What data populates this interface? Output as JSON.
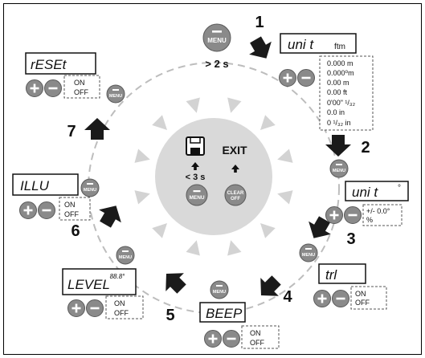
{
  "colors": {
    "button_gray": "#8a8a8a",
    "center_disc": "#d9d9d9",
    "arrow_dark": "#1a1a1a",
    "wedge_gray": "#d3d3d3",
    "dashed_circle": "#bdbdbd"
  },
  "icons": {
    "menu": "menu-button-icon",
    "plus": "plus-button-icon",
    "minus": "minus-button-icon",
    "clear": "clear-off-button-icon",
    "save": "floppy-disk-icon",
    "arrow": "step-arrow-icon"
  },
  "entry": {
    "menu_label": "MENU",
    "hold_label": "> 2 s"
  },
  "center": {
    "hold_label": "< 3 s",
    "exit_label": "EXIT",
    "menu_label": "MENU",
    "clear_label_top": "CLEAR",
    "clear_label_bottom": "OFF"
  },
  "steps": [
    {
      "number": "1",
      "display": "uni t",
      "display_suffix": "ftm",
      "options": [
        "0.000 m",
        "0.000⁰m",
        "0.00 m",
        "0.00 ft",
        "0'00\" ¹/₃₂",
        "0.0 in",
        "0  ¹/₃₂  in"
      ]
    },
    {
      "number": "2",
      "menu_label": "MENU",
      "display": "uni t",
      "display_suffix": "°",
      "options": [
        "+/- 0.0°",
        "%"
      ]
    },
    {
      "number": "3",
      "menu_label": "MENU",
      "display": "trl",
      "options": [
        "ON",
        "OFF"
      ]
    },
    {
      "number": "4",
      "menu_label": "MENU",
      "display": "BEEP",
      "options": [
        "ON",
        "OFF"
      ]
    },
    {
      "number": "5",
      "menu_label": "MENU",
      "display": "LEVEL",
      "display_suffix": "88.8°",
      "options": [
        "ON",
        "OFF"
      ]
    },
    {
      "number": "6",
      "menu_label": "MENU",
      "display": "ILLU",
      "options": [
        "ON",
        "OFF"
      ]
    },
    {
      "number": "7",
      "menu_label": "MENU",
      "display": "rESEt",
      "options": [
        "ON",
        "OFF"
      ]
    }
  ]
}
